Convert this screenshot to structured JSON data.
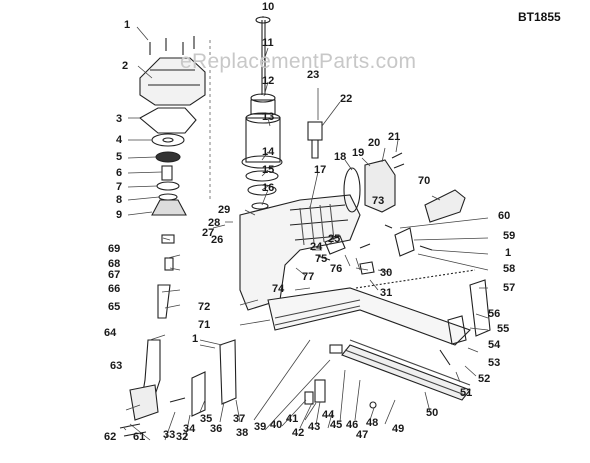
{
  "model": "BT1855",
  "watermark": "eReplacementParts.com",
  "part_labels": [
    "1",
    "2",
    "3",
    "4",
    "5",
    "6",
    "7",
    "8",
    "9",
    "10",
    "11",
    "12",
    "13",
    "14",
    "15",
    "16",
    "17",
    "18",
    "19",
    "20",
    "21",
    "22",
    "23",
    "24",
    "25",
    "26",
    "27",
    "28",
    "29",
    "30",
    "31",
    "32",
    "33",
    "34",
    "35",
    "36",
    "37",
    "38",
    "39",
    "40",
    "41",
    "42",
    "43",
    "44",
    "45",
    "46",
    "47",
    "48",
    "49",
    "50",
    "51",
    "52",
    "53",
    "54",
    "55",
    "56",
    "57",
    "58",
    "59",
    "60",
    "61",
    "62",
    "63",
    "64",
    "65",
    "66",
    "67",
    "68",
    "69",
    "70",
    "71",
    "72",
    "73",
    "74",
    "75",
    "76",
    "77",
    "1",
    "1"
  ]
}
